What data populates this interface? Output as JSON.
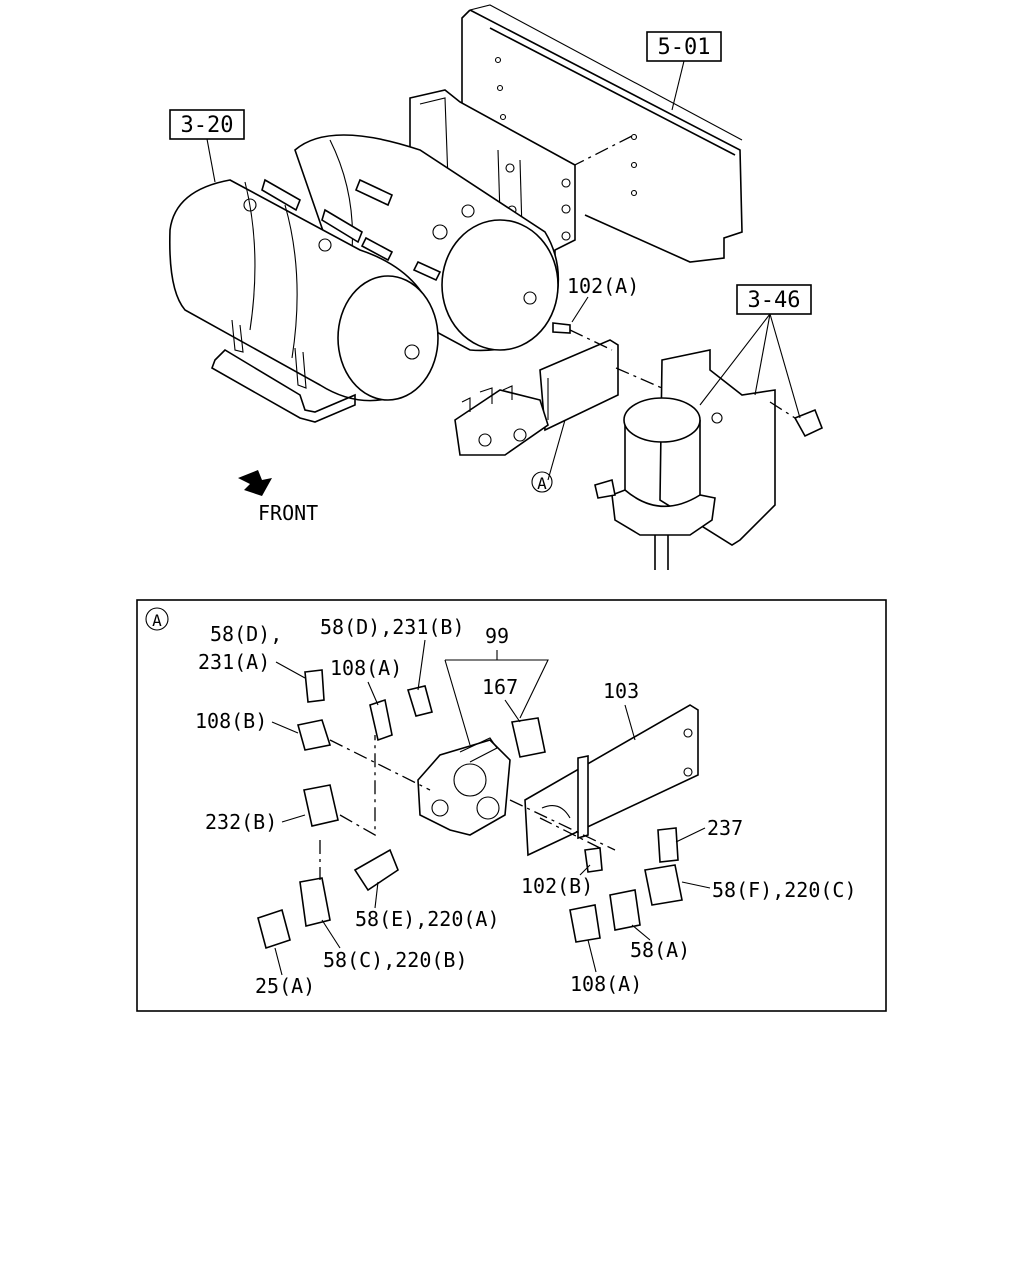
{
  "references": {
    "frame": "5-01",
    "air_tanks": "3-20",
    "air_dryer": "3-46"
  },
  "front_label": "FRONT",
  "callout_a": "A",
  "upper_labels": {
    "bolt_102a": "102(A)"
  },
  "detail_labels": {
    "l58d_231a_line1": "58(D),",
    "l58d_231a_line2": "231(A)",
    "l58d_231b": "58(D),231(B)",
    "l99": "99",
    "l108a_top": "108(A)",
    "l167": "167",
    "l103": "103",
    "l108b": "108(B)",
    "l232b": "232(B)",
    "l237": "237",
    "l102b": "102(B)",
    "l58f_220c": "58(F),220(C)",
    "l58e_220a": "58(E),220(A)",
    "l58a": "58(A)",
    "l58c_220b": "58(C),220(B)",
    "l25a": "25(A)",
    "l108a_bottom": "108(A)"
  }
}
